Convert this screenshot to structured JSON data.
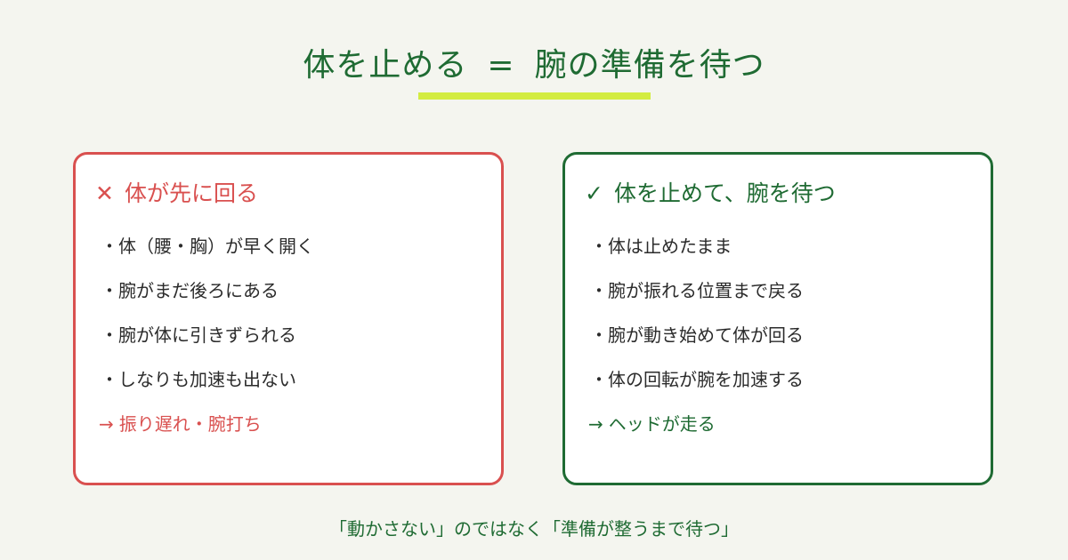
{
  "title": {
    "left": "体を止める",
    "eq": "=",
    "right": "腕の準備を待つ"
  },
  "bad_card": {
    "mark": "✕",
    "heading": "体が先に回る",
    "bullet": "・",
    "items": [
      "体（腰・胸）が早く開く",
      "腕がまだ後ろにある",
      "腕が体に引きずられる",
      "しなりも加速も出ない"
    ],
    "arrow": "→",
    "result": "振り遅れ・腕打ち"
  },
  "good_card": {
    "mark": "✓",
    "heading": "体を止めて、腕を待つ",
    "bullet": "・",
    "items": [
      "体は止めたまま",
      "腕が振れる位置まで戻る",
      "腕が動き始めて体が回る",
      "体の回転が腕を加速する"
    ],
    "arrow": "→",
    "result": "ヘッドが走る"
  },
  "footer": "「動かさない」のではなく「準備が整うまで待つ」",
  "colors": {
    "background": "#f4f5ef",
    "green": "#1f6b33",
    "red": "#d9504f",
    "highlight": "#d3ec41"
  }
}
